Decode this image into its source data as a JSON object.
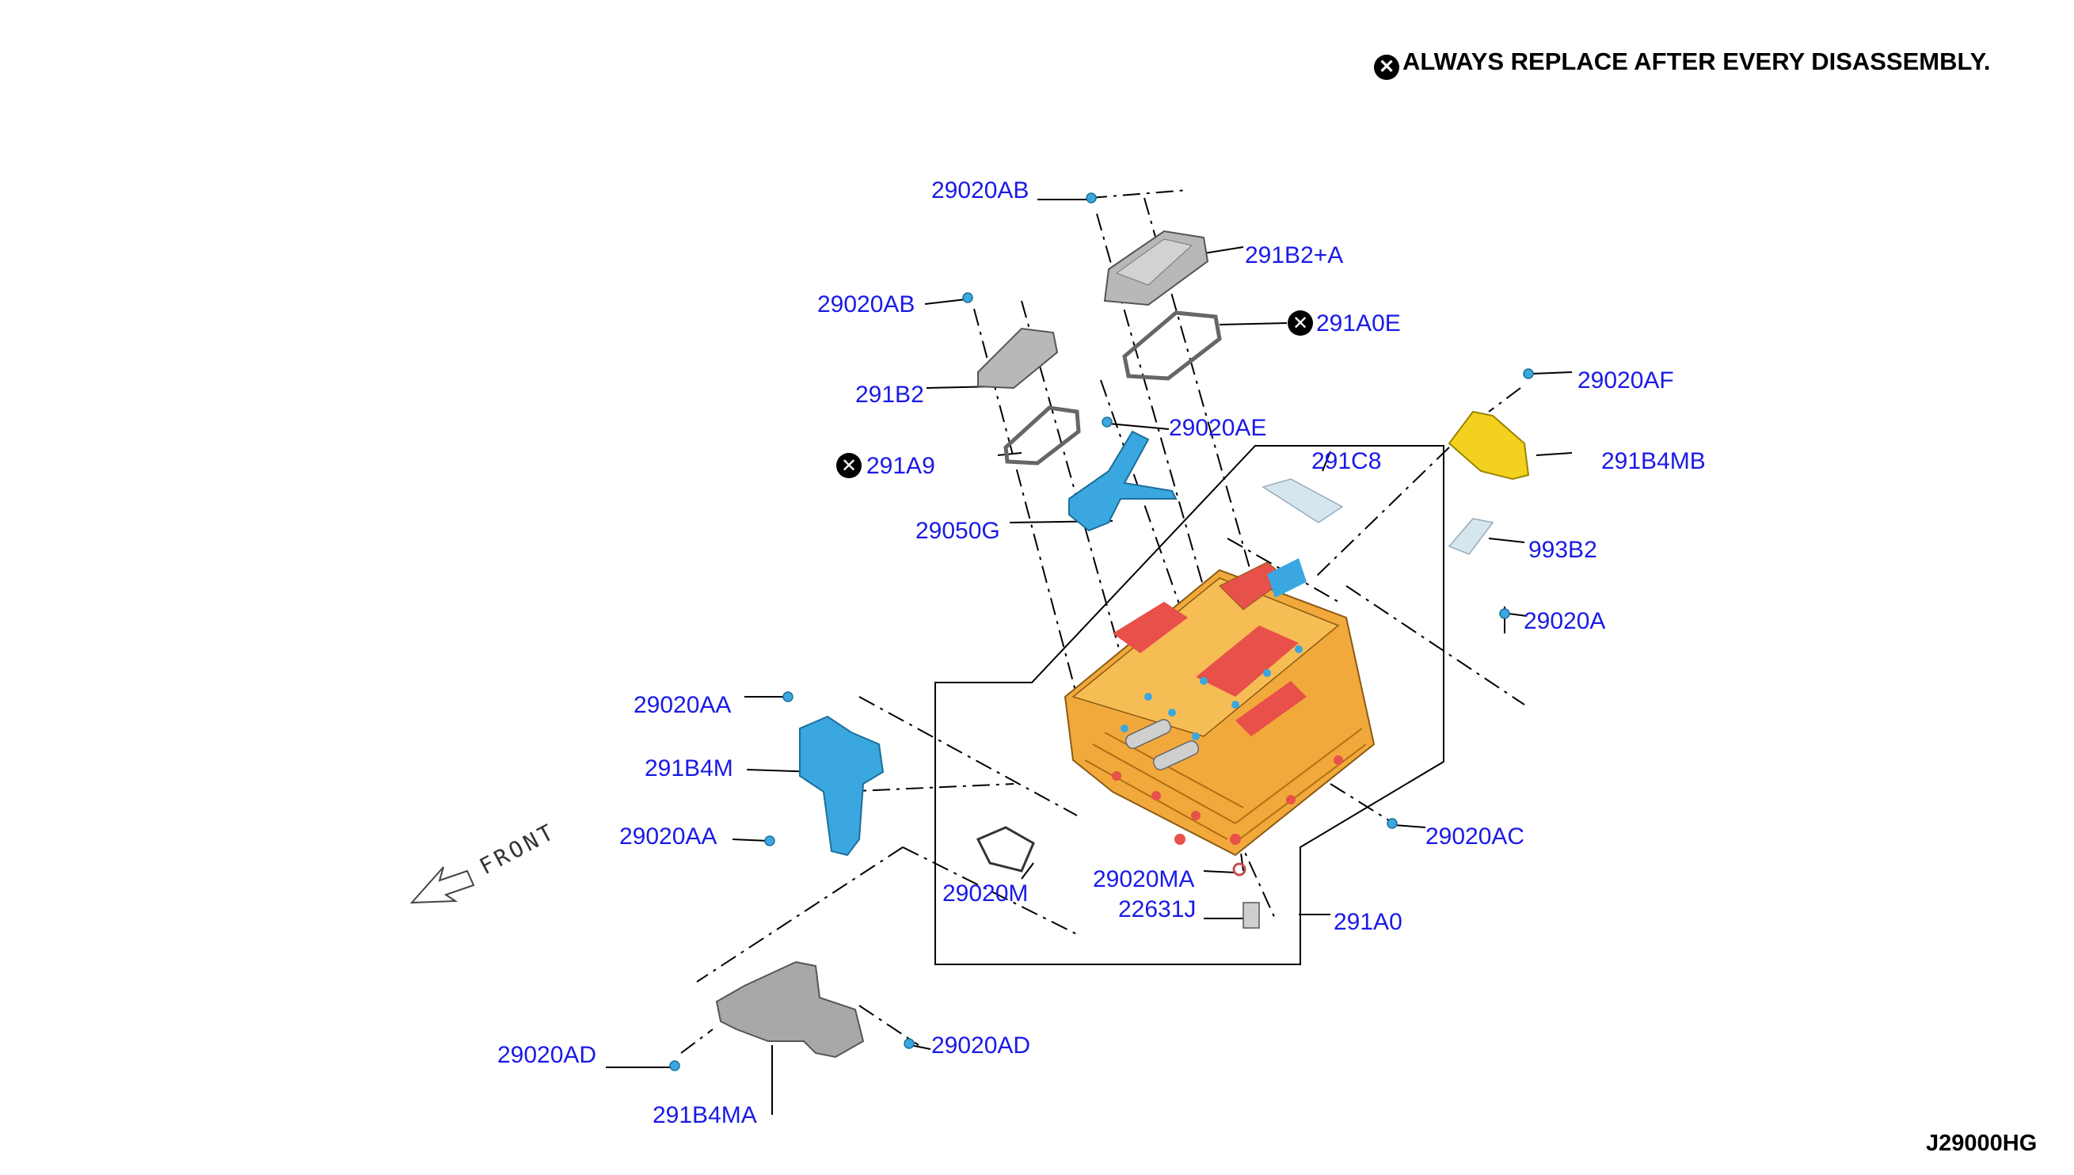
{
  "note": {
    "icon": "x-circle-icon",
    "text": "ALWAYS REPLACE AFTER EVERY DISASSEMBLY."
  },
  "diagram_code": "J29000HG",
  "direction_label": "FRONT",
  "colors": {
    "label_blue": "#1a1ae6",
    "housing_orange": "#f2a93b",
    "housing_red": "#e8504a",
    "bracket_blue": "#3aa7e0",
    "bracket_yellow": "#f2d21e",
    "cover_gray": "#b8b8b8",
    "label_plate": "#d6e6ee"
  },
  "labels": {
    "l29020AB_top": "29020AB",
    "l291B2A": "291B2+A",
    "l29020AB_mid": "29020AB",
    "l291A0E": "291A0E",
    "l29020AF": "29020AF",
    "l291B2": "291B2",
    "l29020AE": "29020AE",
    "l291B4MB": "291B4MB",
    "l291C8": "291C8",
    "l291A9": "291A9",
    "l29050G": "29050G",
    "l993B2": "993B2",
    "l29020A": "29020A",
    "l29020AA_top": "29020AA",
    "l291B4M": "291B4M",
    "l29020AA_bot": "29020AA",
    "l29020AC": "29020AC",
    "l29020MA": "29020MA",
    "l29020M": "29020M",
    "l22631J": "22631J",
    "l291A0": "291A0",
    "l29020AD_left": "29020AD",
    "l29020AD_right": "29020AD",
    "l291B4MA": "291B4MA"
  }
}
